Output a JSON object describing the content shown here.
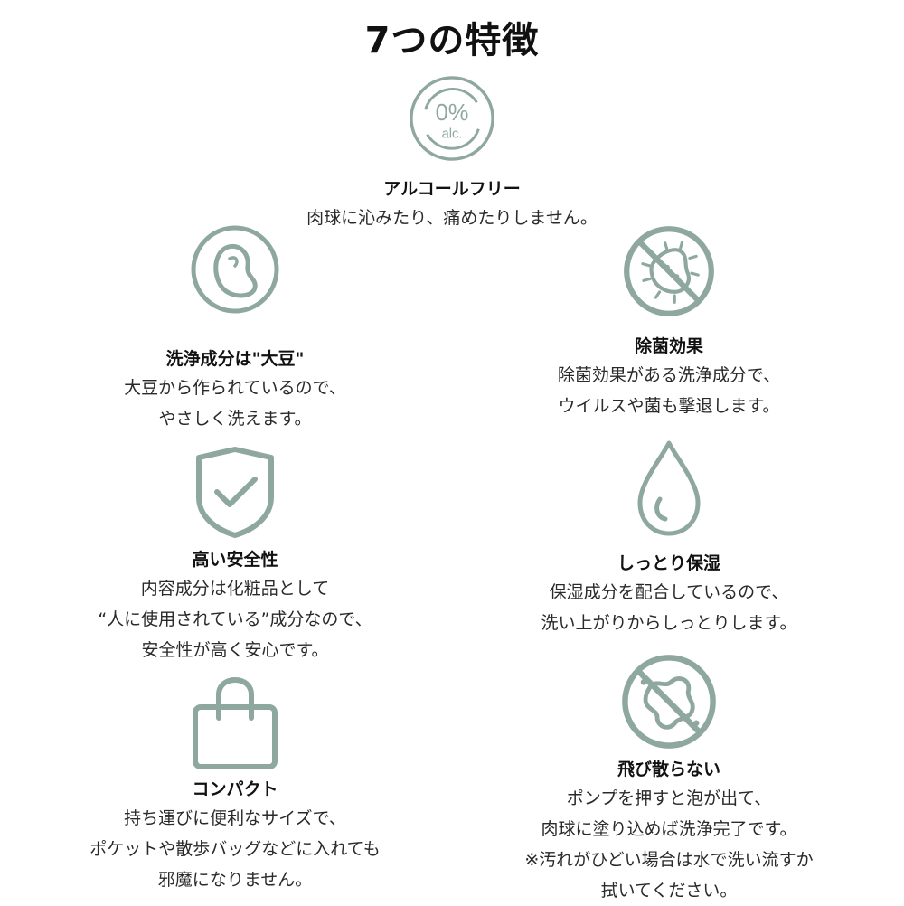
{
  "page": {
    "title": "7つの特徴",
    "accent_color": "#8fa89f"
  },
  "features": [
    {
      "icon": "zero-percent-alcohol-icon",
      "icon_text_main": "0%",
      "icon_text_sub": "alc.",
      "title": "アルコールフリー",
      "lines": [
        "肉球に沁みたり、痛めたりしません。"
      ]
    },
    {
      "icon": "soybean-icon",
      "title": "洗浄成分は\"大豆\"",
      "lines": [
        "大豆から作られているので、",
        "やさしく洗えます。"
      ]
    },
    {
      "icon": "no-germs-icon",
      "title": "除菌効果",
      "lines": [
        "除菌効果がある洗浄成分で、",
        "ウイルスや菌も撃退します。"
      ]
    },
    {
      "icon": "shield-check-icon",
      "title": "高い安全性",
      "lines": [
        "内容成分は化粧品として",
        "“人に使用されている”成分なので、",
        "安全性が高く安心です。"
      ]
    },
    {
      "icon": "water-drop-icon",
      "title": "しっとり保湿",
      "lines": [
        "保湿成分を配合しているので、",
        "洗い上がりからしっとりします。"
      ]
    },
    {
      "icon": "shopping-bag-icon",
      "title": "コンパクト",
      "lines": [
        "持ち運びに便利なサイズで、",
        "ポケットや散歩バッグなどに入れても",
        "邪魔になりません。"
      ]
    },
    {
      "icon": "no-splash-icon",
      "title": "飛び散らない",
      "lines": [
        "ポンプを押すと泡が出て、",
        "肉球に塗り込めば洗浄完了です。",
        "※汚れがひどい場合は水で洗い流すか",
        "拭いてください。"
      ]
    }
  ]
}
